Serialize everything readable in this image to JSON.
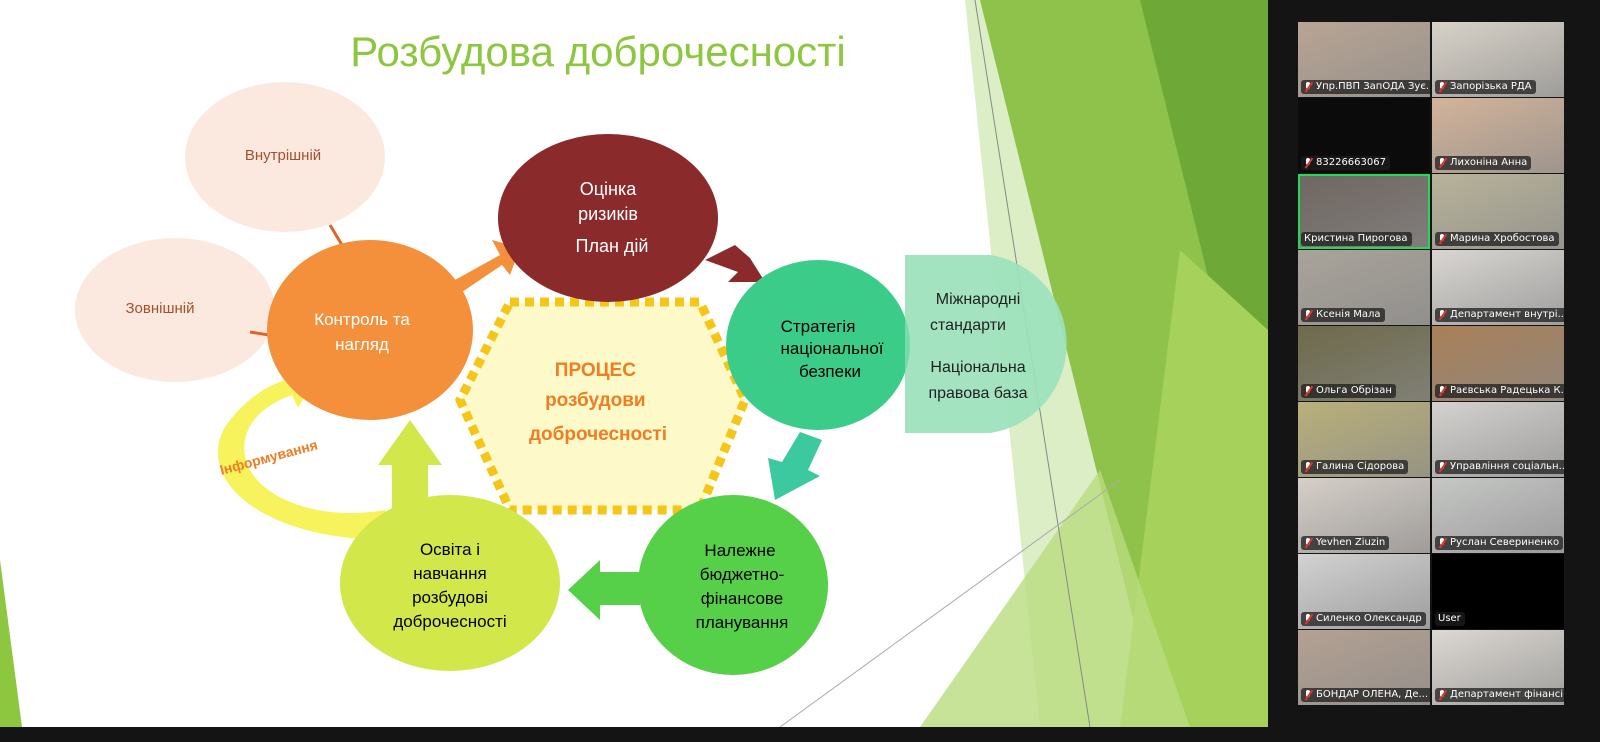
{
  "slide": {
    "title": "Розбудова доброчесності",
    "nodes": {
      "internal": "Внутрішній",
      "external": "Зовнішній",
      "control": [
        "Контроль та",
        "нагляд"
      ],
      "risk": [
        "Оцінка",
        "ризиків",
        "План дій"
      ],
      "strategy": [
        "Стратегія",
        "національної",
        "безпеки"
      ],
      "standards": [
        "Міжнародні",
        "стандарти",
        "Національна",
        "правова база"
      ],
      "budget": [
        "Належне",
        "бюджетно-",
        "фінансове",
        "планування"
      ],
      "education": [
        "Освіта і",
        "навчання",
        "розбудові",
        "доброчесності"
      ],
      "center": [
        "ПРОЦЕС",
        "розбудови",
        "доброчесності"
      ],
      "informing": "Інформування"
    }
  },
  "participants": [
    {
      "name": "Упр.ПВП ЗапОДА Зує...",
      "muted": true,
      "video": "#b9a594"
    },
    {
      "name": "Запорізька РДА",
      "muted": true,
      "video": "#d8d2c8"
    },
    {
      "name": "83226663067",
      "muted": true,
      "video": "#0b0b0b"
    },
    {
      "name": "Лихоніна Анна",
      "muted": true,
      "video": "#d3b49a"
    },
    {
      "name": "Кристина Пирогова",
      "muted": false,
      "video": "#6f6660",
      "active": true
    },
    {
      "name": "Марина Хробостова",
      "muted": true,
      "video": "#b9b39a"
    },
    {
      "name": "Ксенія Мала",
      "muted": true,
      "video": "#a9a39a"
    },
    {
      "name": "Департамент внутрі...",
      "muted": true,
      "video": "#d9d6d2"
    },
    {
      "name": "Ольга Обрізан",
      "muted": true,
      "video": "#6e6a4a"
    },
    {
      "name": "Раєвська Радецька К...",
      "muted": true,
      "video": "#a98058"
    },
    {
      "name": "Галина Сідорова",
      "muted": true,
      "video": "#b9b07a"
    },
    {
      "name": "Управління соціальн...",
      "muted": true,
      "video": "#d4d2cf"
    },
    {
      "name": "Yevhen Ziuzin",
      "muted": true,
      "video": "#d6cfc8"
    },
    {
      "name": "Руслан Севериненко",
      "muted": true,
      "video": "#c6c8c6"
    },
    {
      "name": "Силенко Олександр",
      "muted": true,
      "video": "#d2d2d2"
    },
    {
      "name": "User",
      "muted": false,
      "video": "#000000"
    },
    {
      "name": "БОНДАР ОЛЕНА, Де...",
      "muted": true,
      "video": "#b4a192"
    },
    {
      "name": "Департамент фінансі...",
      "muted": true,
      "video": "#dcd8d2"
    }
  ],
  "colors": {
    "title": "#8dc63f",
    "risk": "#8b2a2a",
    "control": "#f4903c",
    "strategy": "#3ccc8a",
    "budget": "#55d048",
    "education": "#d2e84a"
  }
}
